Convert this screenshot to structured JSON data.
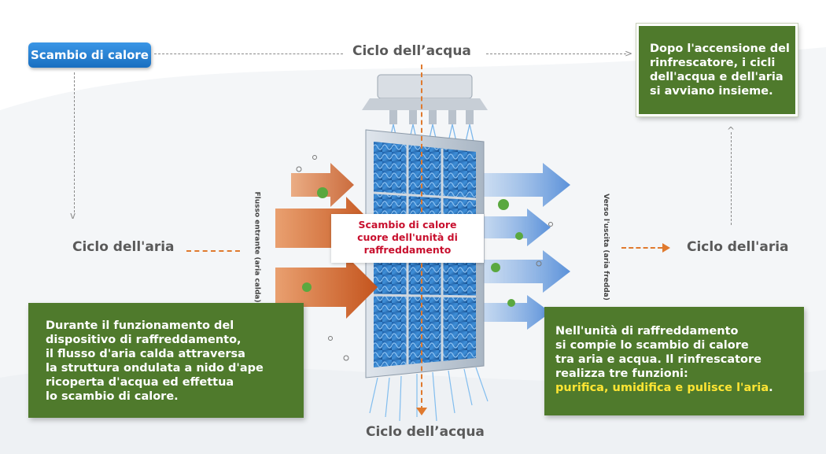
{
  "top_badge": {
    "label": "Scambio di calore"
  },
  "labels": {
    "water_cycle_top": "Ciclo dell’acqua",
    "water_cycle_bottom": "Ciclo dell’acqua",
    "air_cycle_left": "Ciclo dell'aria",
    "air_cycle_right": "Ciclo dell'aria",
    "flow_in": "Flusso entrante (aria calda)",
    "flow_out": "Verso l'uscita (aria fredda)"
  },
  "center_box": {
    "lines": [
      "Scambio di calore",
      "cuore dell'unità di",
      "raffreddamento"
    ]
  },
  "box_top_right": {
    "lines": [
      "Dopo l'accensione del",
      "rinfrescatore, i cicli",
      "dell'acqua e dell'aria",
      "si avviano insieme."
    ]
  },
  "box_left": {
    "lines": [
      "Durante il funzionamento del",
      "dispositivo di raffreddamento,",
      "il flusso d'aria calda attraversa",
      "la struttura ondulata a nido d'ape",
      "ricoperta d'acqua ed effettua",
      "lo scambio di calore."
    ]
  },
  "box_right": {
    "lines": [
      "Nell'unità di raffreddamento",
      "si compie lo scambio di calore",
      "tra aria e acqua. Il rinfrescatore",
      "realizza tre funzioni:"
    ],
    "highlight": "purifica, umidifica e pulisce l'aria",
    "end": "."
  },
  "colors": {
    "badge_blue": "#1f7fd4",
    "green": "#4f7a2c",
    "orange": "#e07a2e",
    "red_text": "#c8102e",
    "highlight": "#ffe533"
  }
}
